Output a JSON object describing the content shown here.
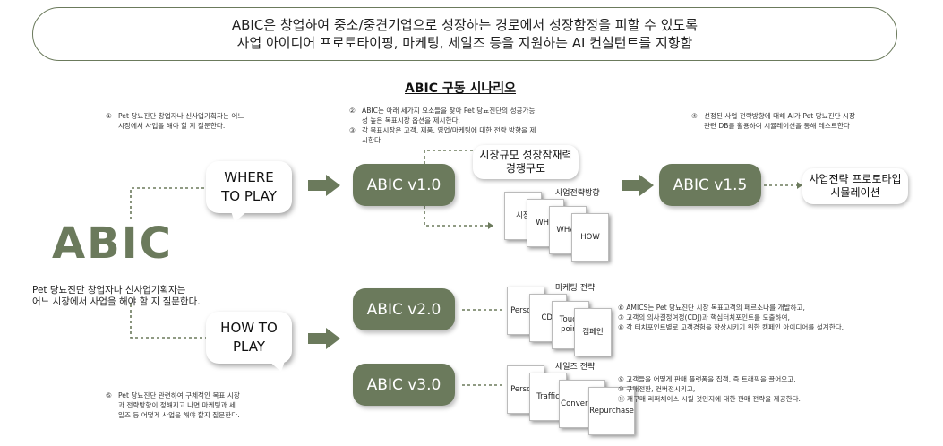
{
  "banner": {
    "line1": "ABIC은 창업하여 중소/중견기업으로 성장하는 경로에서 성장함정을 피할 수 있도록",
    "line2": "사업 아이디어 프로토타이핑, 마케팅, 세일즈 등을 지원하는 AI 컨설턴트를 지향함"
  },
  "title": "ABIC 구동 시나리오",
  "logo": "ABIC",
  "left_question": {
    "line1": "Pet 당뇨진단 창업자나 신사업기획자는",
    "line2": "어느 시장에서 사업을 해야 할 지 질문한다."
  },
  "notes": {
    "n1": {
      "num": "①",
      "line1": "Pet 당뇨진단 창업자나 신사업기획자는 어느",
      "line2": "시장에서 사업을 해야 할 지 질문한다."
    },
    "n2": {
      "num": "②",
      "line1": "ABIC는 아래 세가지 요소들을 찾아 Pet 당뇨진단의 성공가능",
      "line2": "성 높은 목표시장 옵션을 제시한다."
    },
    "n3": {
      "num": "③",
      "line1": "각 목표시장은 고객, 제품, 영업/마케팅에 대한 전략 방향을 제",
      "line2": "시한다."
    },
    "n4": {
      "num": "④",
      "line1": "선정된 사업 전략방향에 대해  AI가 Pet 당뇨진단 시장",
      "line2": "관련 DB를 활용하여 시뮬레이션을 통해 테스트한다"
    },
    "n5": {
      "num": "⑤",
      "line1": "Pet 당뇨진단 관련하여 구체적인 목표 시장",
      "line2": "과 전략방향이 정해지고 나면 마케팅과 세",
      "line3": "일즈 등 어떻게 사업을 해야 할지 질문한다."
    }
  },
  "bubbles": {
    "where": {
      "line1": "WHERE",
      "line2": "TO PLAY"
    },
    "how": {
      "line1": "HOW TO",
      "line2": "PLAY"
    }
  },
  "versions": {
    "v10": "ABIC v1.0",
    "v15": "ABIC v1.5",
    "v20": "ABIC v2.0",
    "v30": "ABIC v3.0"
  },
  "callouts": {
    "market": {
      "line1": "시장규모 성장잠재력",
      "line2": "경쟁구도"
    },
    "prototype": {
      "line1": "사업전략 프로토타입",
      "line2": "시뮬레이션"
    }
  },
  "group1": {
    "label": "사업전략방향",
    "cards": [
      "시장",
      "WHO",
      "WHAT",
      "HOW"
    ]
  },
  "group2": {
    "label": "마케팅 전략",
    "cards": [
      "Persona",
      "CDJ",
      "Touch point",
      "캠페인"
    ]
  },
  "group3": {
    "label": "세일즈 전략",
    "cards": [
      "Persona",
      "Traffic",
      "Conversion",
      "Repurchase"
    ]
  },
  "desc2": {
    "l1": "⑥   AMICS는 Pet 당뇨진단 시장 목표고객의 페르소나를 개발하고,",
    "l2": "⑦   고객의 의사결정여정(CDJ)과 핵심터치포인트를 도출하여,",
    "l3": "⑧   각 터치포인트별로 고객경험을 향상시키기 위한 캠페인 아이디어를 설계한다."
  },
  "desc3": {
    "l1": "⑨ 고객들을 어떻게 판매 플랫폼을 집객, 즉 트래픽을 끌어오고,",
    "l2": "⑩ 구매전환, 컨버전시키고,",
    "l3": "⑪ 재구매 리퍼체이스 시킬 것인지에 대한 판매 전략을 제공한다."
  },
  "colors": {
    "accent": "#6b7a5c",
    "dash": "#6b7a5c"
  }
}
